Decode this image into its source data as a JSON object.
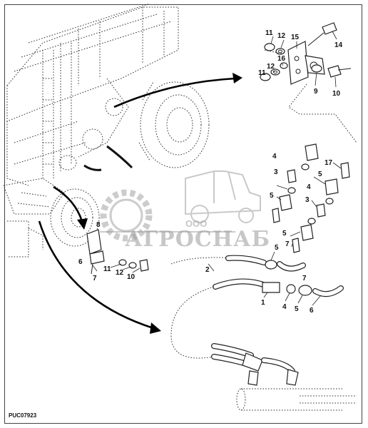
{
  "figure": {
    "code": "PUC07923",
    "watermark_brand": "АГРОСНАБ",
    "watermark_prefix": "ООО"
  },
  "callouts": {
    "c11a": "11",
    "c12a": "12",
    "c15": "15",
    "c14": "14",
    "c16": "16",
    "c12b": "12",
    "c11b": "11",
    "c9": "9",
    "c10a": "10",
    "c17": "17",
    "c4a": "4",
    "c3a": "3",
    "c5a": "5",
    "c5b": "5",
    "c4b": "4",
    "c3b": "3",
    "c5c": "5",
    "c7a": "7",
    "c5d": "5",
    "c7b": "7",
    "c2": "2",
    "c1": "1",
    "c4c": "4",
    "c5e": "5",
    "c6a": "6",
    "c6b": "6",
    "c7c": "7",
    "c8": "8",
    "c11c": "11",
    "c12c": "12",
    "c10b": "10"
  },
  "icons": [
    "tractor-watermark-icon",
    "gear-logo-icon"
  ]
}
